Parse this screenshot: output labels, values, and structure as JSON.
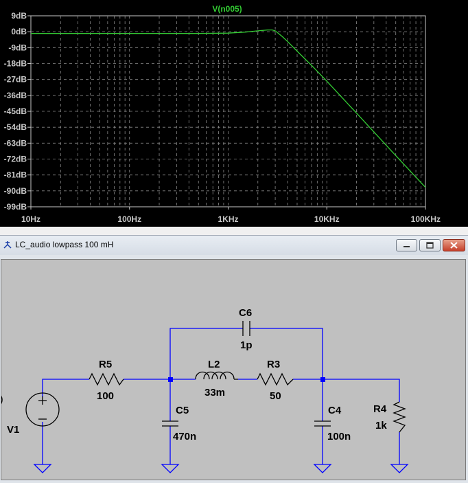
{
  "plot": {
    "trace_label": "V(n005)",
    "y_ticks": [
      "9dB",
      "0dB",
      "-9dB",
      "-18dB",
      "-27dB",
      "-36dB",
      "-45dB",
      "-54dB",
      "-63dB",
      "-72dB",
      "-81dB",
      "-90dB",
      "-99dB"
    ],
    "x_ticks": [
      "10Hz",
      "100Hz",
      "1KHz",
      "10KHz",
      "100KHz"
    ],
    "trace_color": "#33cc33"
  },
  "chart_data": {
    "type": "line",
    "title": "V(n005)",
    "xlabel": "",
    "ylabel": "",
    "x_scale": "log",
    "xlim": [
      10,
      100000
    ],
    "ylim": [
      -99,
      9
    ],
    "grid": true,
    "series": [
      {
        "name": "V(n005)",
        "x": [
          10,
          100,
          500,
          1000,
          1500,
          2000,
          2500,
          2800,
          3000,
          3500,
          4000,
          5000,
          7000,
          10000,
          20000,
          50000,
          100000
        ],
        "y": [
          -1,
          -1,
          -1,
          -0.8,
          -0.2,
          0.5,
          1,
          1,
          0.5,
          -2.5,
          -5.5,
          -11,
          -19,
          -28,
          -46,
          -70,
          -88
        ]
      }
    ]
  },
  "window": {
    "title": "LC_audio lowpass 100 mH",
    "buttons": [
      "minimize",
      "maximize",
      "close"
    ]
  },
  "schematic": {
    "V1": "V1",
    "R5": "R5",
    "R5_val": "100",
    "C6": "C6",
    "C6_val": "1p",
    "L2": "L2",
    "L2_val": "33m",
    "R3": "R3",
    "R3_val": "50",
    "C5": "C5",
    "C5_val": "470n",
    "C4": "C4",
    "C4_val": "100n",
    "R4": "R4",
    "R4_val": "1k",
    "wire_color": "#0000ff"
  }
}
